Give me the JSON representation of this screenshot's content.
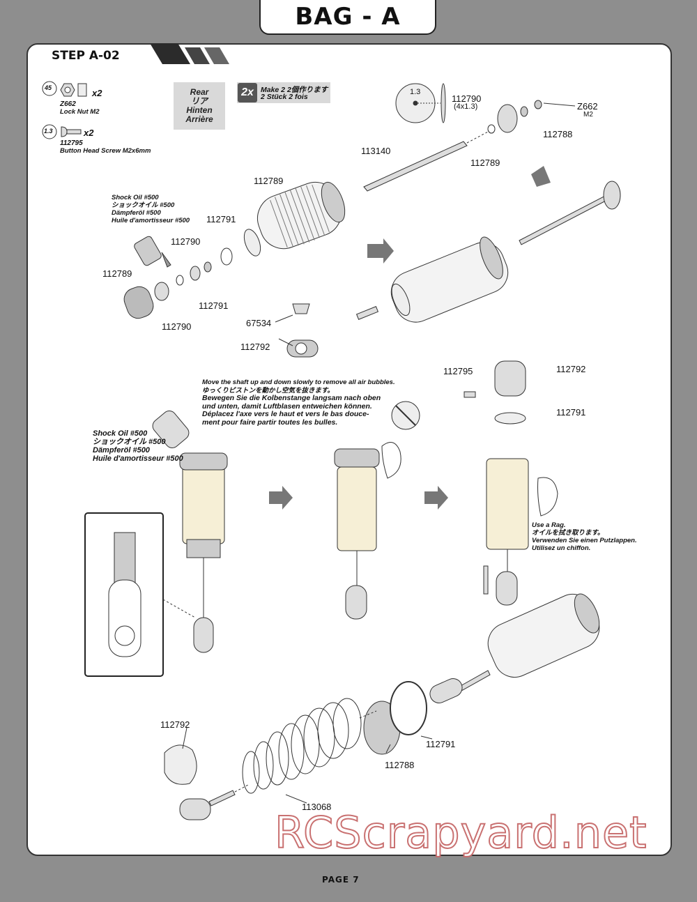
{
  "bag_title": "BAG - A",
  "step_title": "STEP A-02",
  "hardware": [
    {
      "size": "45",
      "code": "Z662",
      "name": "Lock Nut M2",
      "qty": "x2"
    },
    {
      "size": "1.3",
      "code": "112795",
      "name": "Button Head Screw M2x6mm",
      "qty": "x2"
    }
  ],
  "position": [
    "Rear",
    "リア",
    "Hinten",
    "Arrière"
  ],
  "make": {
    "badge": "2x",
    "lines": [
      "Make 2   2個作ります",
      "2 Stück   2 fois"
    ]
  },
  "parts": {
    "p1": "1.3",
    "p2": "112790",
    "p3": "(4x1.3)",
    "p4": "Z662",
    "p5": "M2",
    "p6": "112788",
    "p7": "113140",
    "p8": "112789",
    "p9": "112789",
    "p10": "112791",
    "p11": "112790",
    "p12": "112789",
    "p13": "112791",
    "p14": "112790",
    "p15": "67534",
    "p16": "112792",
    "p17": "112795",
    "p18": "112792",
    "p19": "112791",
    "p20": "112792",
    "p21": "112791",
    "p22": "112788",
    "p23": "113068"
  },
  "oil_small": [
    "Shock Oil #500",
    "ショックオイル #500",
    "Dämpferöl #500",
    "Huile d'amortisseur #500"
  ],
  "oil_large": [
    "Shock Oil #500",
    "ショックオイル #500",
    "Dämpferöl #500",
    "Huile d'amortisseur #500"
  ],
  "bubble_note": [
    "Move the shaft up and down slowly to remove all air bubbles.",
    "ゆっくりピストンを動かし空気を抜きます。",
    "Bewegen Sie die Kolbenstange langsam nach oben",
    "und unten, damit Luftblasen entweichen können.",
    "Déplacez l'axe vers le haut et vers le bas douce-",
    "ment pour faire partir toutes les bulles."
  ],
  "rag_note": [
    "Use a Rag.",
    "オイルを拭き取ります。",
    "Verwenden Sie einen Putzlappen.",
    "Utilisez un chiffon."
  ],
  "watermark": "RCScrapyard.net",
  "page": "PAGE  7"
}
